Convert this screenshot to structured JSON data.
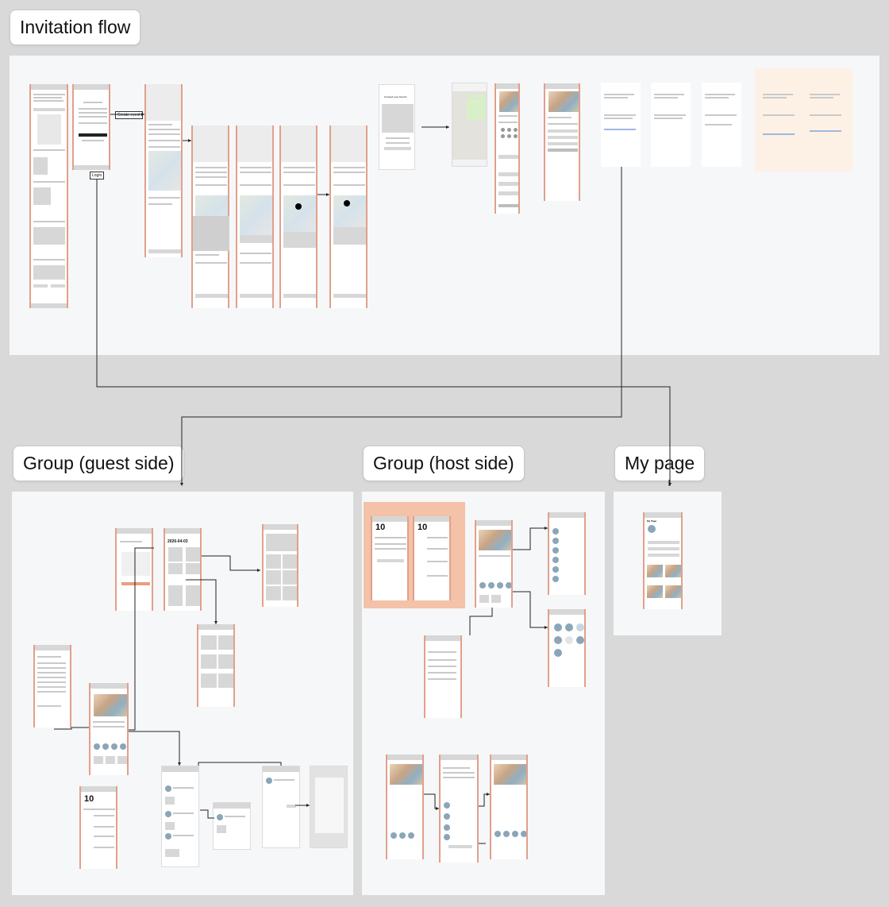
{
  "sections": {
    "invitation_flow": "Invitation flow",
    "group_guest": "Group (guest side)",
    "group_host": "Group (host side)",
    "my_page": "My page"
  },
  "connectors": {
    "create_event": "Create event",
    "login": "Login"
  },
  "screens": {
    "created_event": "Created your Event!",
    "date_guest": "2026-04-03",
    "day_number": "10",
    "my_page_title": "My Page"
  },
  "colors": {
    "frame_border": "#e2a08a",
    "highlight_peach": "#f3c2a8",
    "highlight_cream": "#fdf1e6",
    "section_bg": "#f6f7f9"
  }
}
